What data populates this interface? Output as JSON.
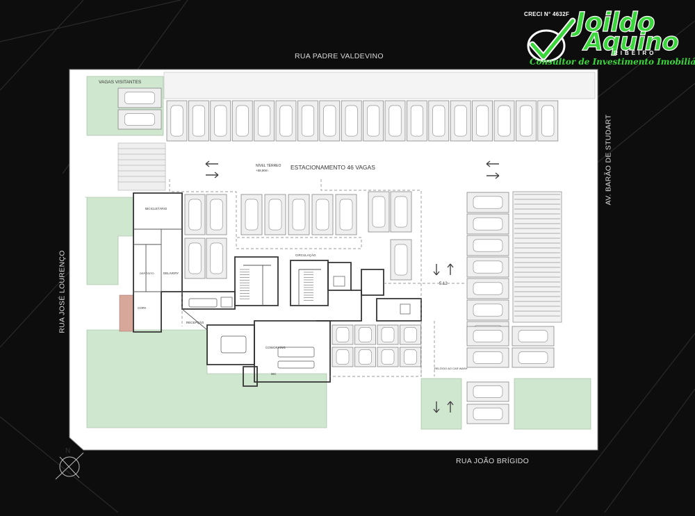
{
  "streets": {
    "north": "RUA PADRE VALDEVINO",
    "east": "AV. BARÃO DE STUDART",
    "west": "RUA JOSÉ LOURENÇO",
    "south": "RUA JOÃO BRÍGIDO"
  },
  "logo": {
    "creci": "CRECI N° 4632F",
    "name_line1": "Joildo",
    "name_line2": "Aquino",
    "surname": "RIBEIRO",
    "tagline": "Consultor de Investimento Imobiliários",
    "icon": "check-mark-icon"
  },
  "plan": {
    "title": "ESTACIONAMENTO 46 VAGAS",
    "visitor_parking": "VAGAS VISITANTES",
    "level_label": "NÍVEL TÉRREO",
    "level_value": "+58,90m",
    "circulation": "CIRCULAÇÃO",
    "dimension": "5.12",
    "rooms": {
      "bicycle_rack": "BICICLETÁRIO",
      "reception": "RECEPÇÃO",
      "delivery": "DELIVERY",
      "coworking": "COWORKING",
      "pantry": "COPA",
      "wc": "WC",
      "store": "DEPÓSITO",
      "car_wash": "RELÓGIO AO CAR WASH"
    },
    "north_label": "N"
  }
}
